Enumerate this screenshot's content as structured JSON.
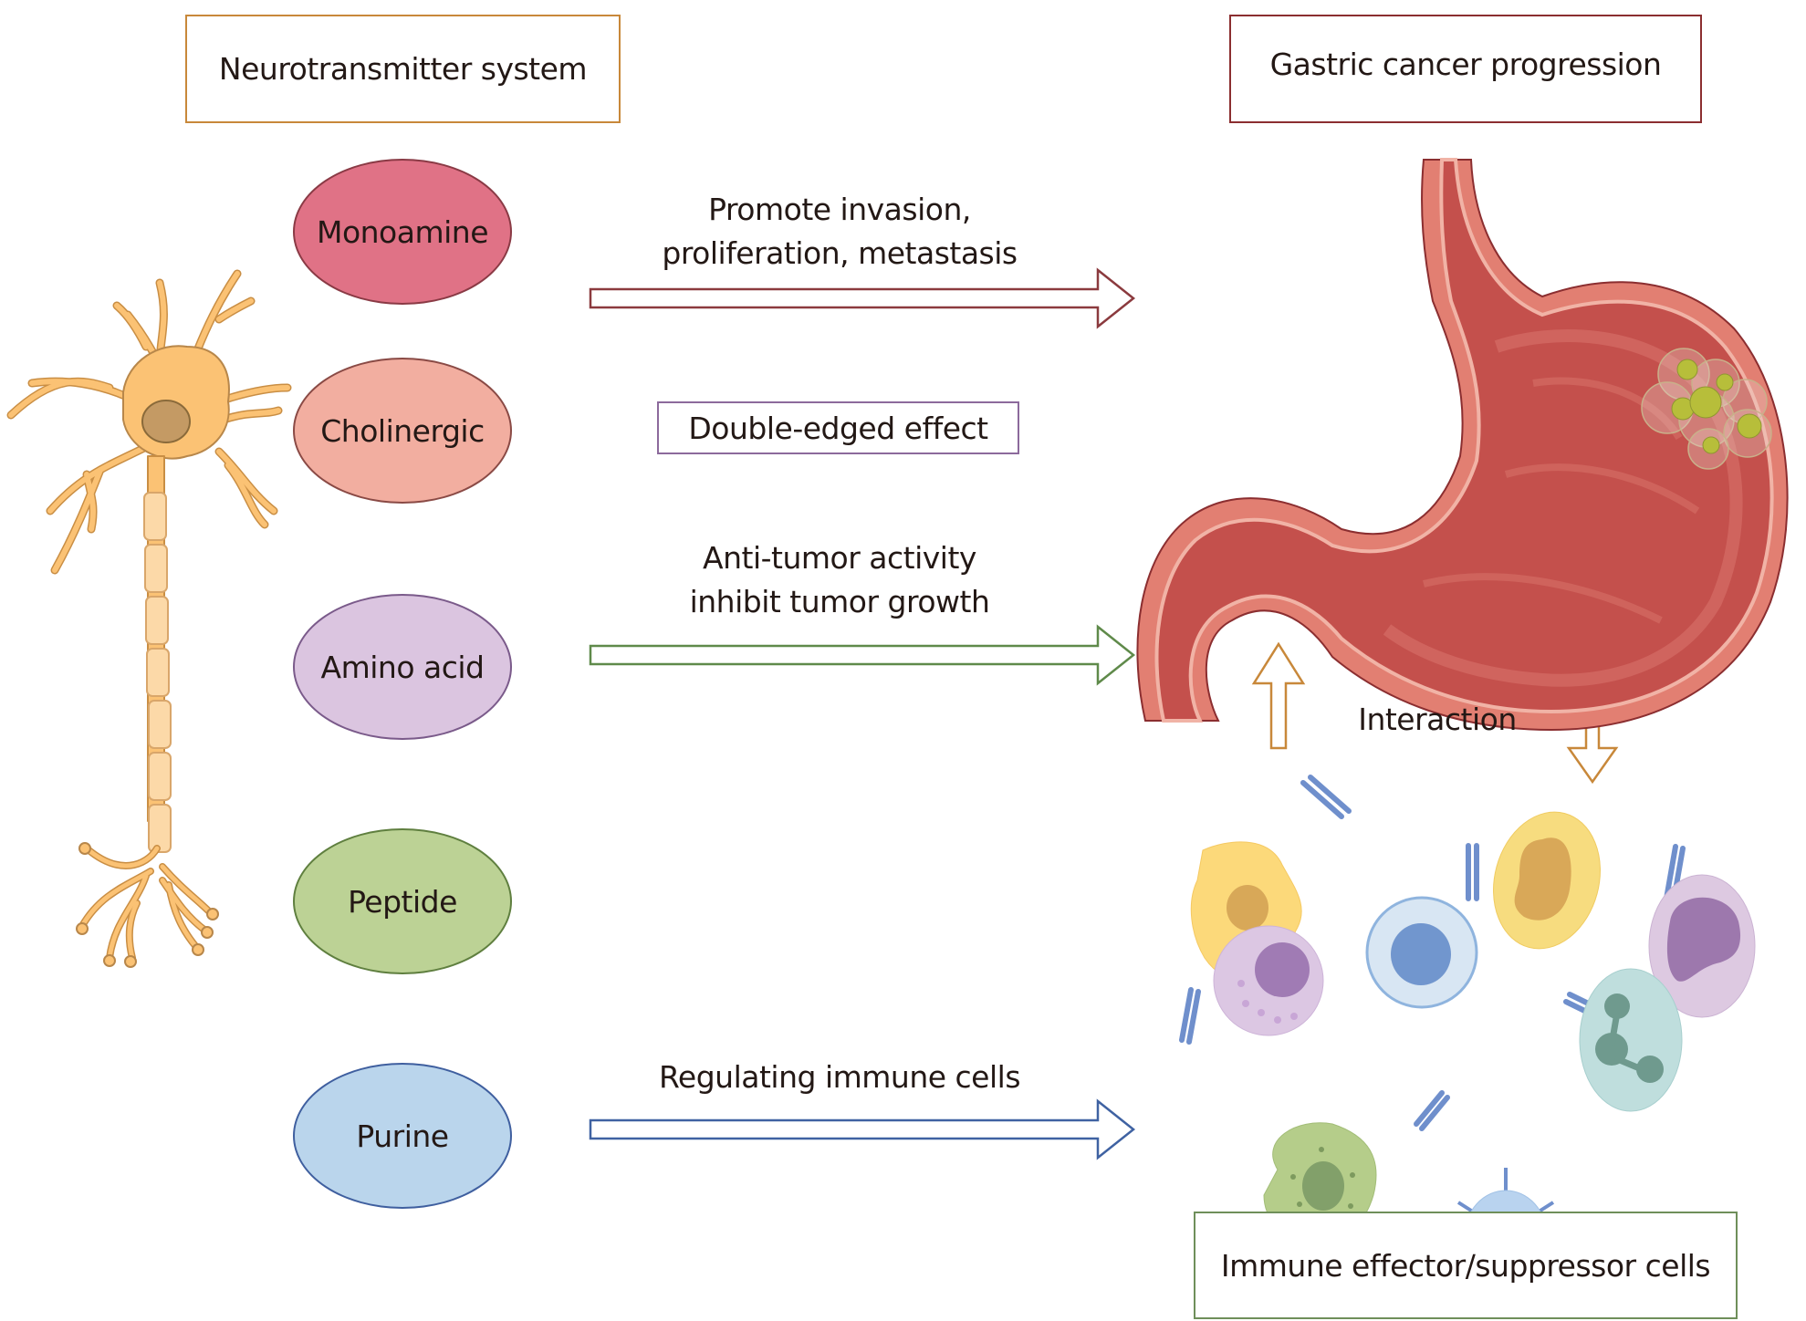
{
  "header": {
    "left_title": "Neurotransmitter system",
    "right_title": "Gastric cancer progression"
  },
  "neurotransmitters": [
    {
      "label": "Monoamine",
      "fill": "#e07286",
      "stroke": "#8a3a45"
    },
    {
      "label": "Cholinergic",
      "fill": "#f2aea0",
      "stroke": "#8a4a45"
    },
    {
      "label": "Amino acid",
      "fill": "#dbc5e0",
      "stroke": "#7a5a8a"
    },
    {
      "label": "Peptide",
      "fill": "#bcd295",
      "stroke": "#5f7f3f"
    },
    {
      "label": "Purine",
      "fill": "#bad5ec",
      "stroke": "#3f5f9f"
    }
  ],
  "effects": {
    "monoamine": {
      "lines": [
        "Promote invasion,",
        "proliferation, metastasis"
      ],
      "arrow_color": "#8b3a3e"
    },
    "cholinergic": {
      "label": "Double-edged effect",
      "border_color": "#8c6a9c"
    },
    "amino_acid": {
      "lines": [
        "Anti-tumor activity",
        "inhibit tumor growth"
      ],
      "arrow_color": "#5f8a4a"
    },
    "purine": {
      "lines": [
        "Regulating immune cells"
      ],
      "arrow_color": "#3f62a2"
    }
  },
  "interaction": {
    "label": "Interaction",
    "arrow_color": "#c8883a"
  },
  "footer": {
    "immune_label": "Immune effector/suppressor cells"
  },
  "colors": {
    "left_box_border": "#c8883a",
    "right_box_border": "#8b2e30",
    "immune_box_border": "#6f8f5a",
    "neuron": "#fbc274",
    "stomach": "#c65a52"
  }
}
